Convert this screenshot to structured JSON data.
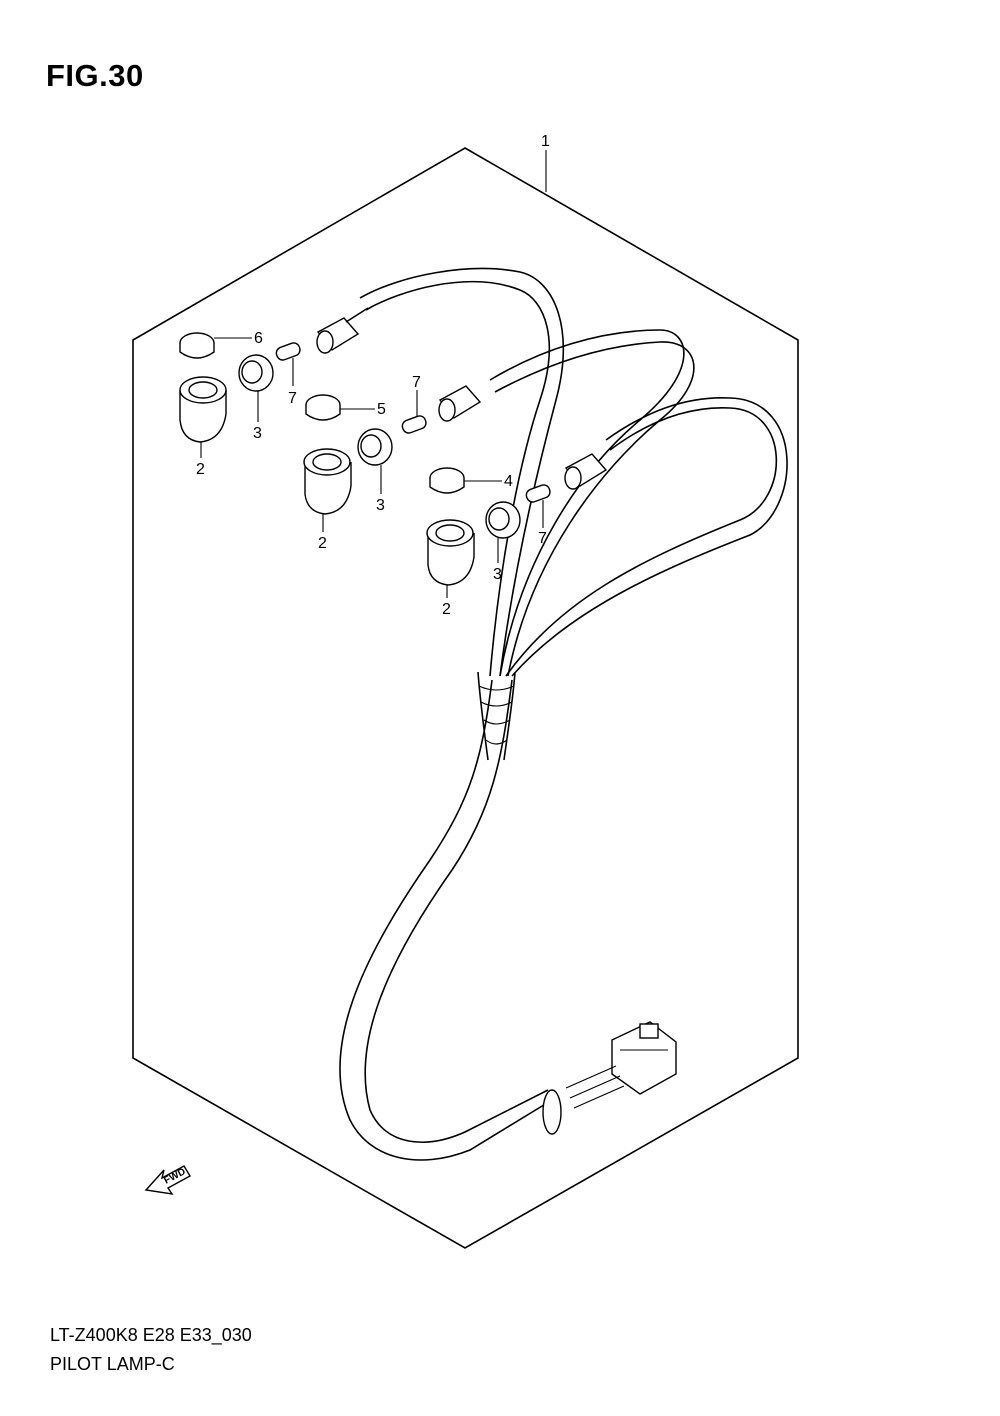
{
  "figure": {
    "title": "FIG.30"
  },
  "footer": {
    "model_code": "LT-Z400K8 E28 E33_030",
    "part_name": "PILOT LAMP-C"
  },
  "direction_marker": {
    "text": "FWD"
  },
  "callouts": {
    "c1": "1",
    "c2a": "2",
    "c2b": "2",
    "c2c": "2",
    "c3a": "3",
    "c3b": "3",
    "c3c": "3",
    "c4": "4",
    "c5": "5",
    "c6": "6",
    "c7a": "7",
    "c7b": "7",
    "c7c": "7"
  }
}
